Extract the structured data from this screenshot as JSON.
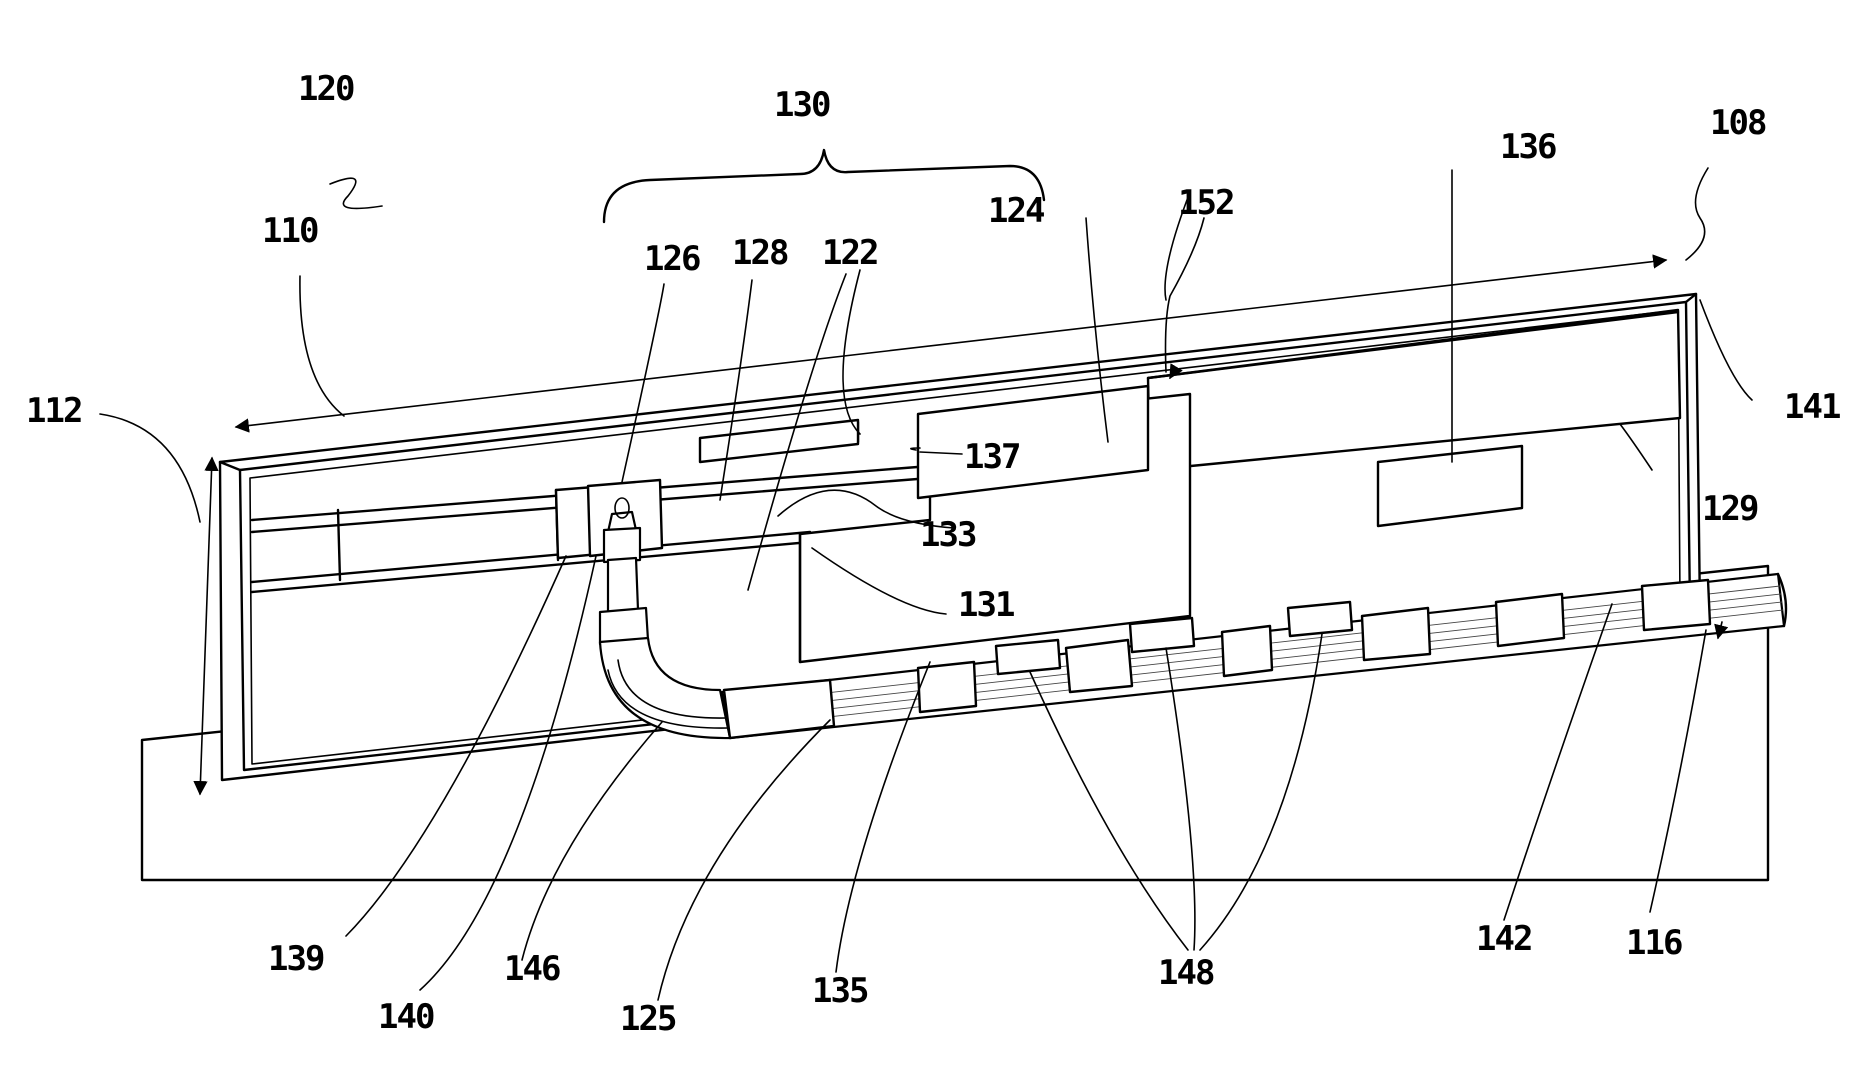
{
  "labels": {
    "ref_108": "108",
    "ref_110": "110",
    "ref_112": "112",
    "ref_116": "116",
    "ref_120": "120",
    "ref_122": "122",
    "ref_124": "124",
    "ref_125": "125",
    "ref_126": "126",
    "ref_128": "128",
    "ref_129": "129",
    "ref_130": "130",
    "ref_131": "131",
    "ref_133": "133",
    "ref_135": "135",
    "ref_136": "136",
    "ref_137": "137",
    "ref_139": "139",
    "ref_140": "140",
    "ref_141": "141",
    "ref_142": "142",
    "ref_146": "146",
    "ref_148": "148",
    "ref_152": "152"
  },
  "colors": {
    "ink": "#000000",
    "paper": "#ffffff"
  }
}
